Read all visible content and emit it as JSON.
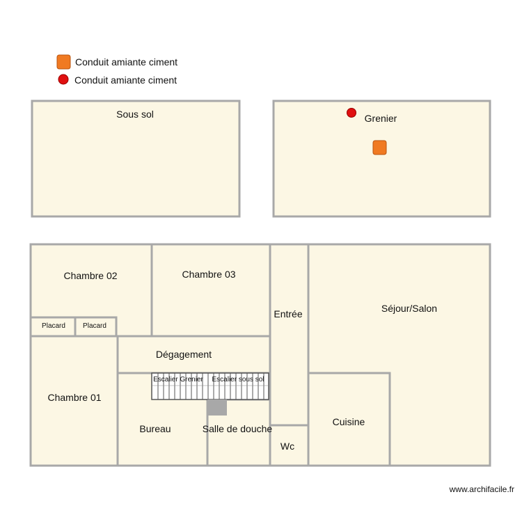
{
  "legend": {
    "items": [
      {
        "label": "Conduit amiante ciment",
        "symbol": "orange-square",
        "color": "#f07a22"
      },
      {
        "label": "Conduit amiante ciment",
        "symbol": "red-circle",
        "color": "#e01010"
      }
    ]
  },
  "levels": {
    "sous_sol": "Sous sol",
    "grenier": "Grenier"
  },
  "rooms": {
    "chambre_02": "Chambre 02",
    "chambre_03": "Chambre 03",
    "entree": "Entrée",
    "sejour": "Séjour/Salon",
    "placard_1": "Placard",
    "placard_2": "Placard",
    "degagement": "Dégagement",
    "escalier_grenier": "Escalier Grenier",
    "escalier_sous_sol": "Escalier sous sol",
    "chambre_01": "Chambre 01",
    "bureau": "Bureau",
    "salle_de_douche": "Salle de douche",
    "wc": "Wc",
    "cuisine": "Cuisine"
  },
  "colors": {
    "room_fill": "#fcf7e4",
    "wall": "#a8a8a8",
    "orange_marker": "#f07a22",
    "red_marker": "#e01010"
  },
  "watermark": "www.archifacile.fr"
}
